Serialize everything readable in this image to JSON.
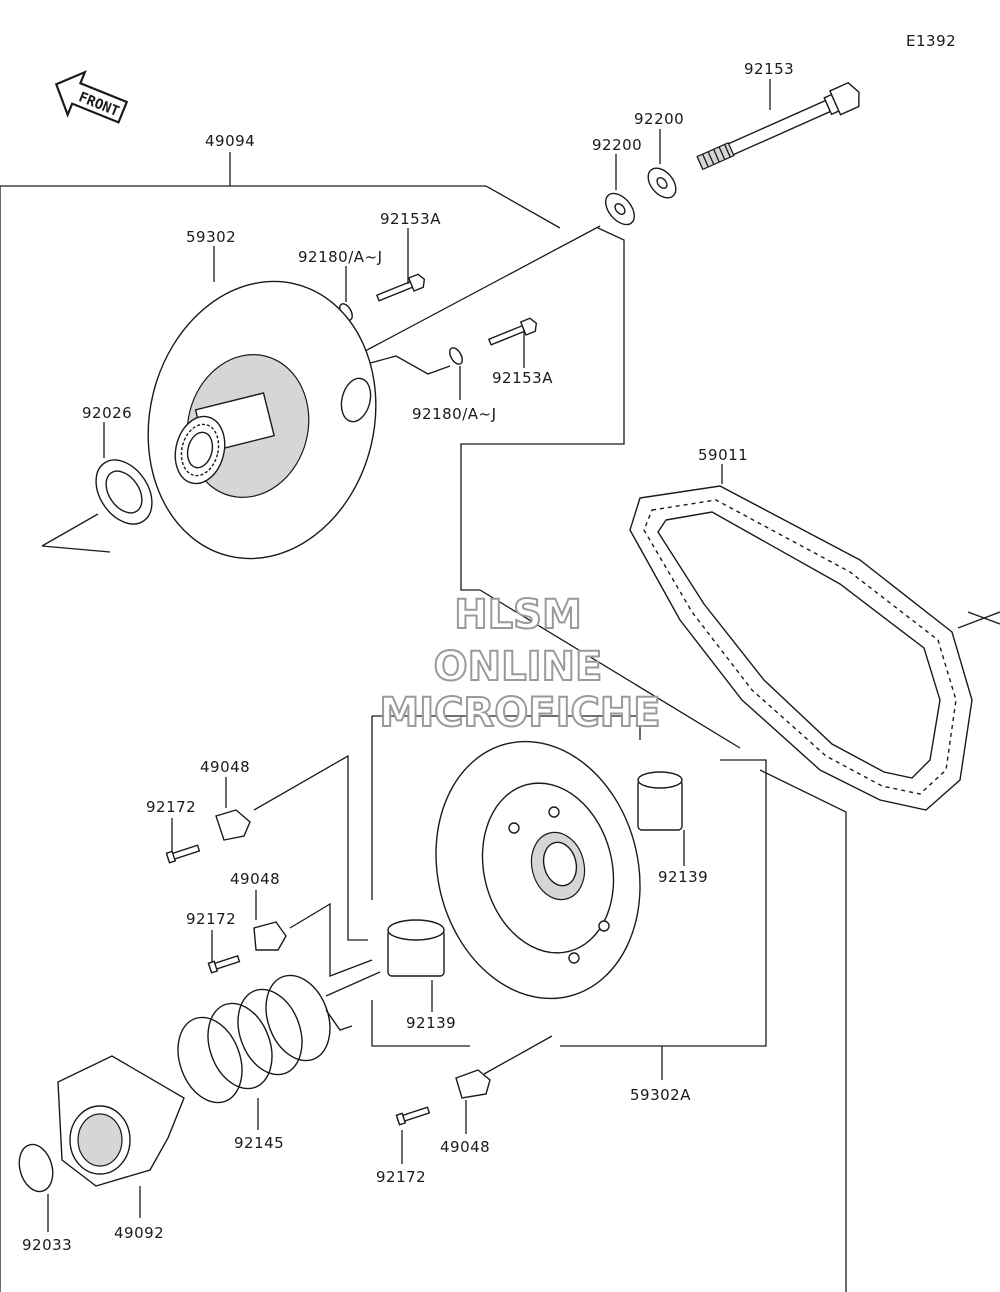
{
  "diagram": {
    "code": "E1392",
    "front_label": "FRONT",
    "watermark": {
      "line1": "HLSM",
      "line2": "ONLINE",
      "line3": "MICROFICHE"
    },
    "parts": {
      "p49094": "49094",
      "p59302": "59302",
      "p92026": "92026",
      "p92153": "92153",
      "p92200a": "92200",
      "p92200b": "92200",
      "p92153A_top": "92153A",
      "p92180_top": "92180/A~J",
      "p92153A_bot": "92153A",
      "p92180_bot": "92180/A~J",
      "p59011": "59011",
      "p49048_a": "49048",
      "p92172_a": "92172",
      "p49048_b": "49048",
      "p92172_b": "92172",
      "p92139_a": "92139",
      "p92139_b": "92139",
      "p92145": "92145",
      "p49048_c": "49048",
      "p92172_c": "92172",
      "p59302A": "59302A",
      "p92033": "92033",
      "p49092": "49092"
    }
  }
}
